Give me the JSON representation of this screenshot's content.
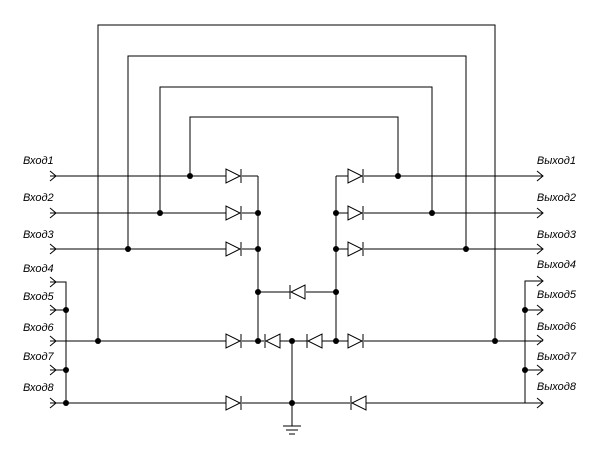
{
  "diagram": {
    "inputs": [
      "Вход1",
      "Вход2",
      "Вход3",
      "Вход4",
      "Вход5",
      "Вход6",
      "Вход7",
      "Вход8"
    ],
    "outputs": [
      "Выход1",
      "Выход2",
      "Выход3",
      "Выход4",
      "Выход5",
      "Выход6",
      "Выход7",
      "Выход8"
    ]
  }
}
